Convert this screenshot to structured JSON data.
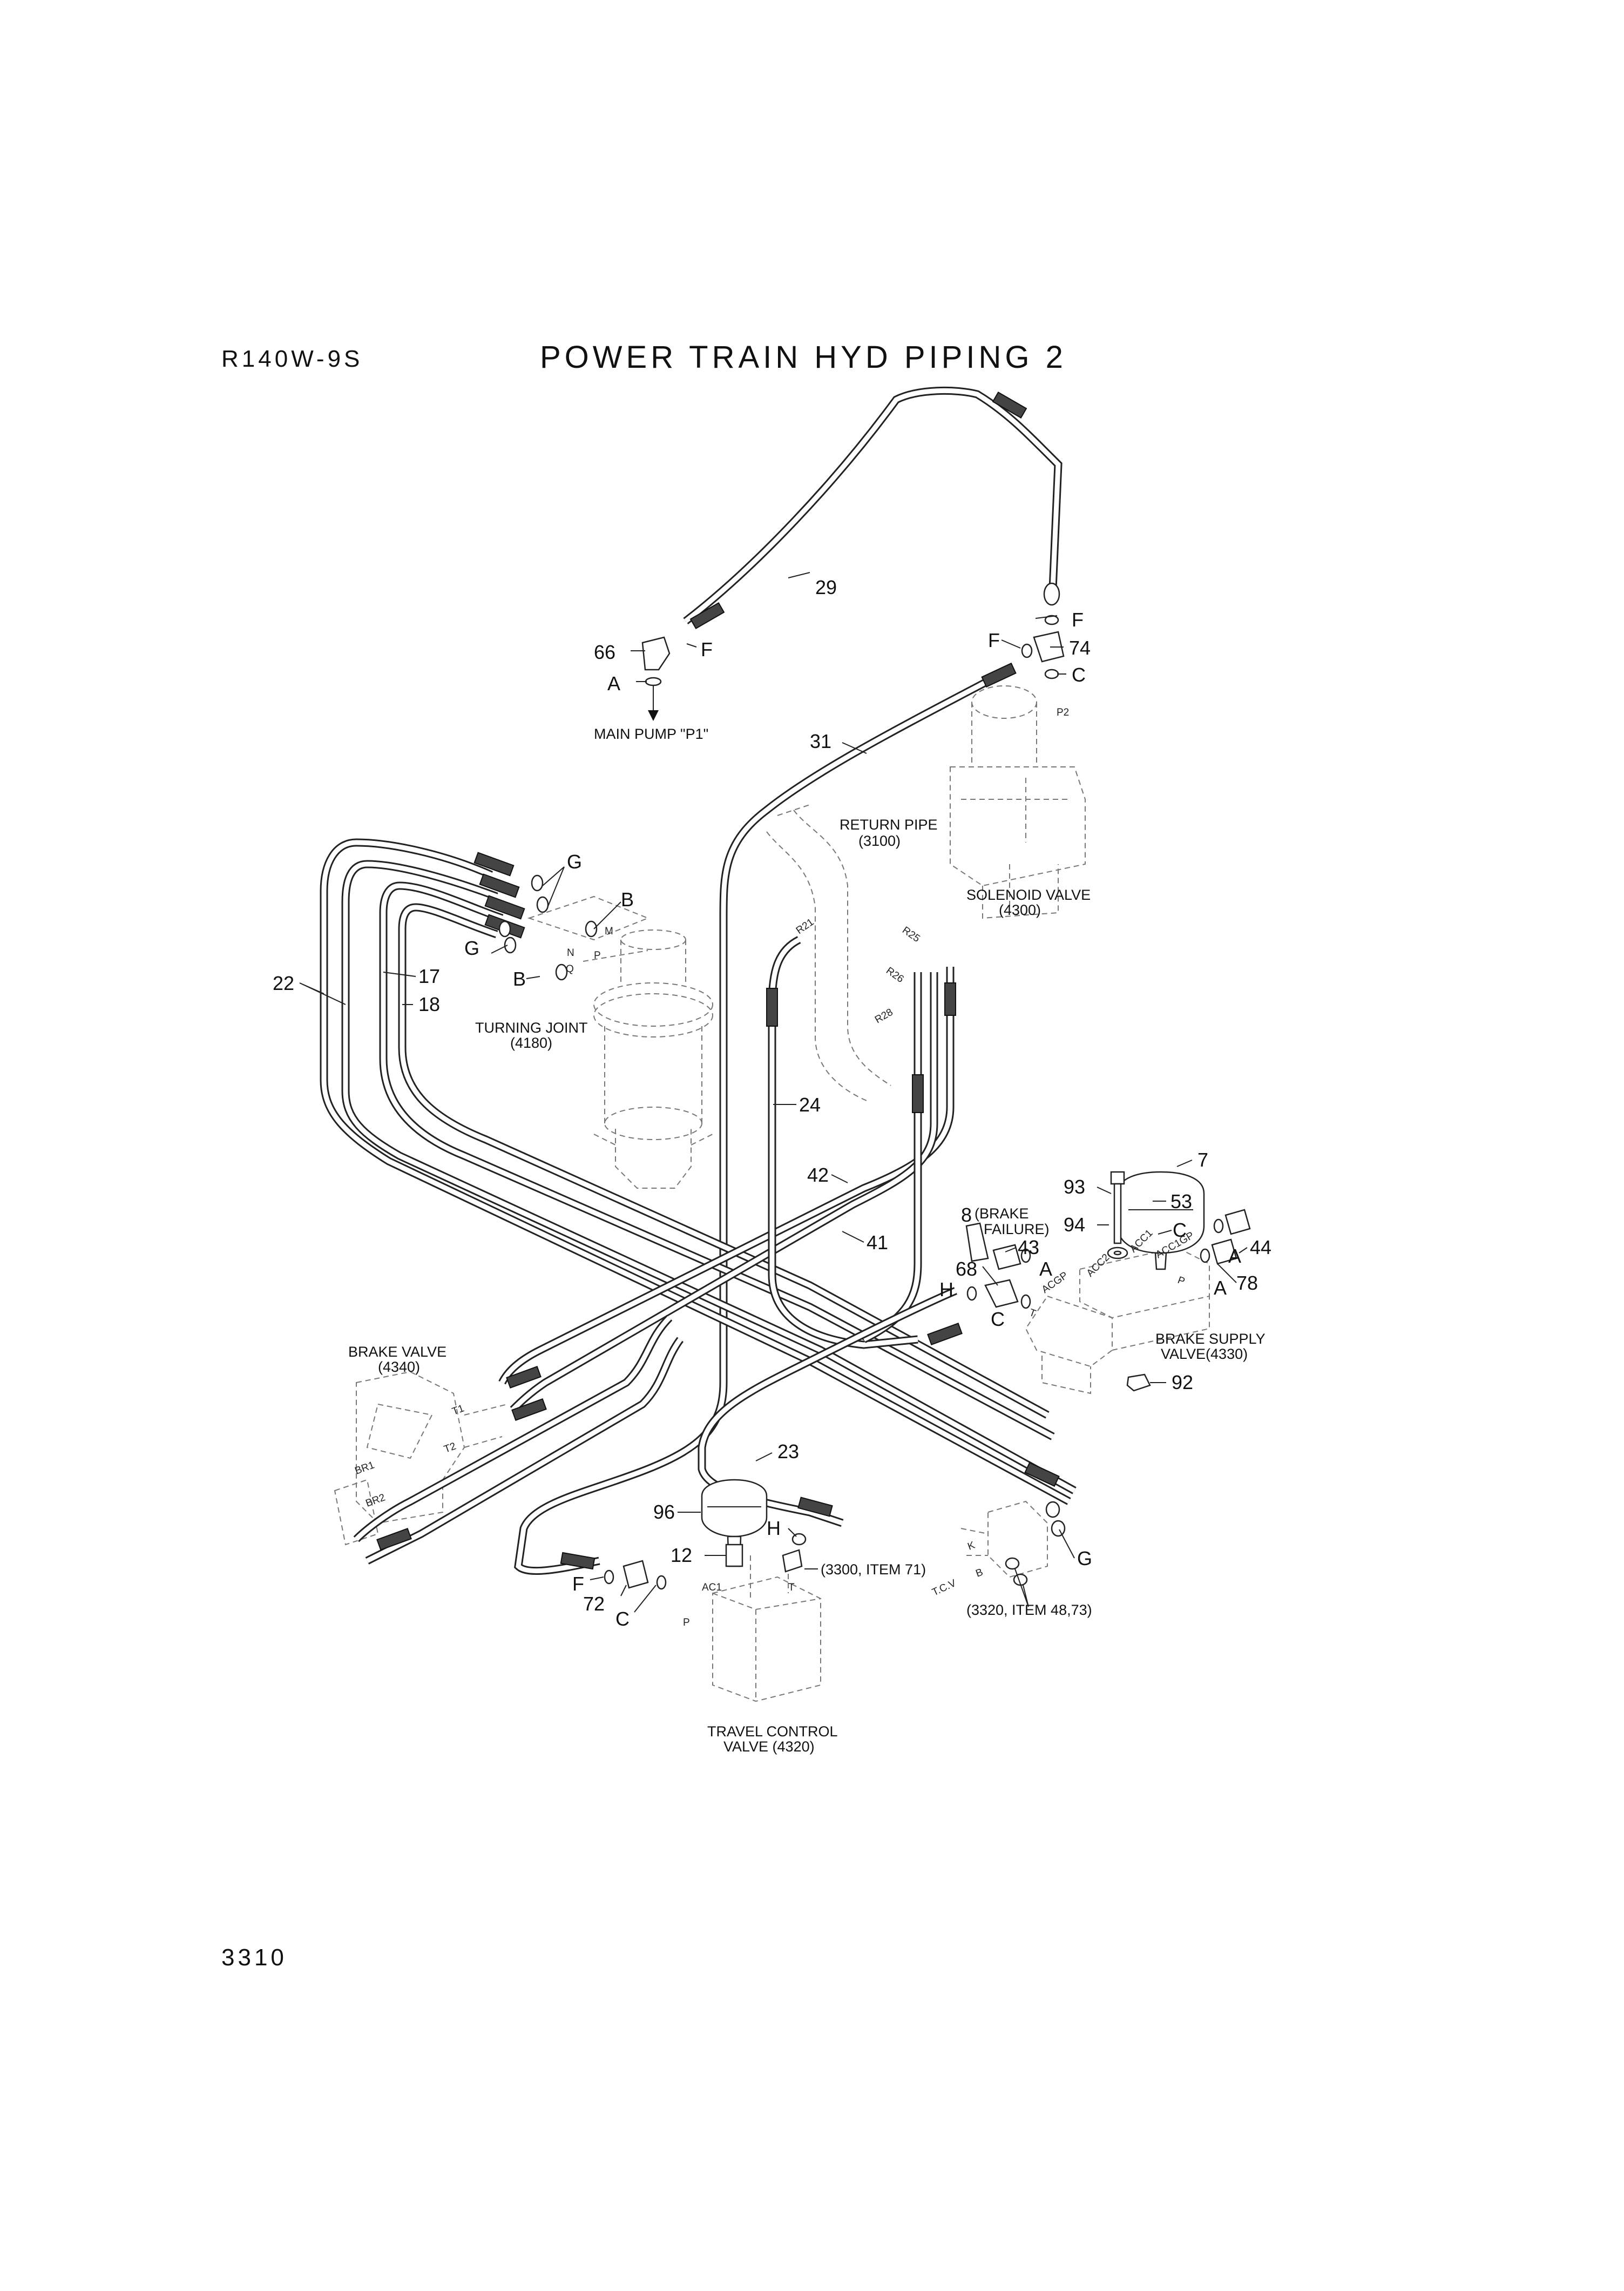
{
  "header": {
    "model": "R140W-9S",
    "title": "POWER TRAIN HYD PIPING 2"
  },
  "page_number": "3310",
  "labels": {
    "p29": "29",
    "p66": "66",
    "pF1": "F",
    "pA1": "A",
    "main_pump": "MAIN PUMP \"P1\"",
    "pF2": "F",
    "pF3": "F",
    "p74": "74",
    "pC1": "C",
    "pP2": "P2",
    "p31": "31",
    "return_pipe": "RETURN PIPE",
    "return_pipe_ref": "(3100)",
    "solenoid_valve": "SOLENOID VALVE",
    "solenoid_valve_ref": "(4300)",
    "pG1": "G",
    "pB1": "B",
    "pG2": "G",
    "pB2": "B",
    "pM": "M",
    "pN": "N",
    "pP": "P",
    "pQ": "Q",
    "p22": "22",
    "p17": "17",
    "p18": "18",
    "turning_joint": "TURNING JOINT",
    "turning_joint_ref": "(4180)",
    "pR21": "R21",
    "pR25": "R25",
    "pR26": "R26",
    "pR28": "R28",
    "p24": "24",
    "p42": "42",
    "p41": "41",
    "p7": "7",
    "p93": "93",
    "p53": "53",
    "p94": "94",
    "pC2": "C",
    "p8": "8",
    "brake_failure_1": "(BRAKE",
    "brake_failure_2": "FAILURE)",
    "p43": "43",
    "pA2": "A",
    "p44": "44",
    "pA3": "A",
    "pA4": "A",
    "p78": "78",
    "p68": "68",
    "pH1": "H",
    "pC3": "C",
    "pACC2": "ACC2",
    "pACC1": "ACC1",
    "pACC1GP": "ACC1GP",
    "pACGP": "ACGP",
    "pPp": "P",
    "pT": "T",
    "brake_supply_valve_1": "BRAKE SUPPLY",
    "brake_supply_valve_2": "VALVE(4330)",
    "p92": "92",
    "brake_valve": "BRAKE VALVE",
    "brake_valve_ref": "(4340)",
    "pT1": "T1",
    "pT2": "T2",
    "pBR1": "BR1",
    "pBR2": "BR2",
    "p23": "23",
    "p96": "96",
    "pH2": "H",
    "p12": "12",
    "item_3300": "(3300, ITEM 71)",
    "pAC1": "AC1",
    "pT3": "T",
    "pF4": "F",
    "p72": "72",
    "pC4": "C",
    "pP3": "P",
    "pK": "K",
    "pTCV": "T.C.V",
    "pBs": "B",
    "pG3": "G",
    "item_3320": "(3320, ITEM 48,73)",
    "travel_control_valve_1": "TRAVEL CONTROL",
    "travel_control_valve_2": "VALVE (4320)"
  }
}
